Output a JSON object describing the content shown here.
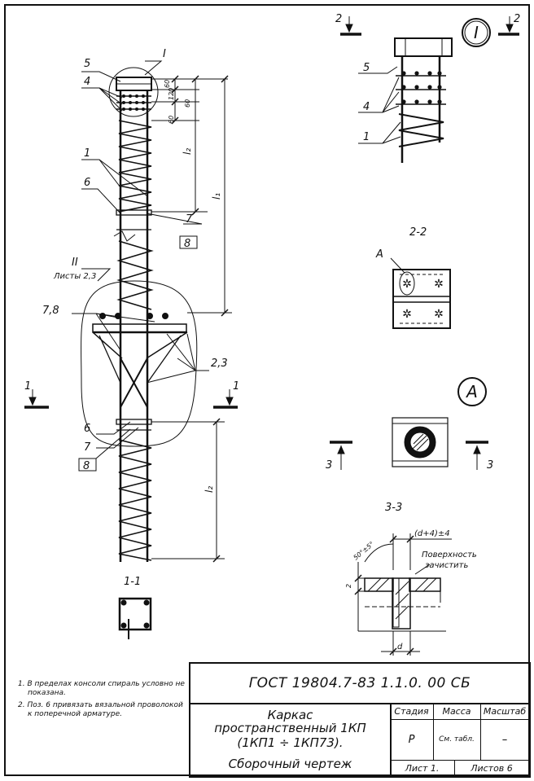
{
  "views": {
    "section_1_1": "1-1",
    "section_2_2": "2-2",
    "section_3_3": "3-3",
    "node_I": "I",
    "node_A": "A",
    "cut_1": "1",
    "cut_2": "2",
    "cut_3": "3",
    "callout_A": "A"
  },
  "main_view": {
    "pos_5": "5",
    "node_I_label": "I",
    "pos_4": "4",
    "dim_60a": "60",
    "dim_120": "120",
    "dim_60b": "60",
    "dim_60c": "60",
    "dim_l2_top": "l₂",
    "dim_l1": "l₁",
    "pos_1": "1",
    "pos_6_top": "6",
    "pos_7_top": "7",
    "pos_8_top": "8",
    "node_II_label": "II",
    "node_II_ref": "Листы 2,3",
    "pos_7_8": "7,8",
    "pos_2_3": "2,3",
    "pos_6_bottom": "6",
    "pos_7_bottom": "7",
    "pos_8_bottom": "8",
    "dim_l2_bottom": "l₂"
  },
  "detail_I": {
    "pos_5": "5",
    "pos_4": "4",
    "pos_1": "1"
  },
  "detail_3_3": {
    "angle": "50°±5°",
    "gap": "(d+4)±4",
    "note": "Поверхность зачистить",
    "dim_2": "2",
    "dim_d": "d"
  },
  "notes": [
    "1. В пределах консоли спираль условно не показана.",
    "2. Поз. 6 привязать вязальной проволокой к поперечной арматуре."
  ],
  "title_block": {
    "designation": "ГОСТ 19804.7-83  1.1.0. 00 СБ",
    "name_line1": "Каркас",
    "name_line2": "пространственный 1КП",
    "name_line3": "(1КП1 ÷ 1КП73).",
    "name_line4": "Сборочный чертеж",
    "stage_header": "Стадия",
    "mass_header": "Масса",
    "scale_header": "Масштаб",
    "stage": "Р",
    "mass": "См. табл.",
    "scale": "–",
    "sheet": "Лист 1.",
    "sheets": "Листов 6"
  }
}
